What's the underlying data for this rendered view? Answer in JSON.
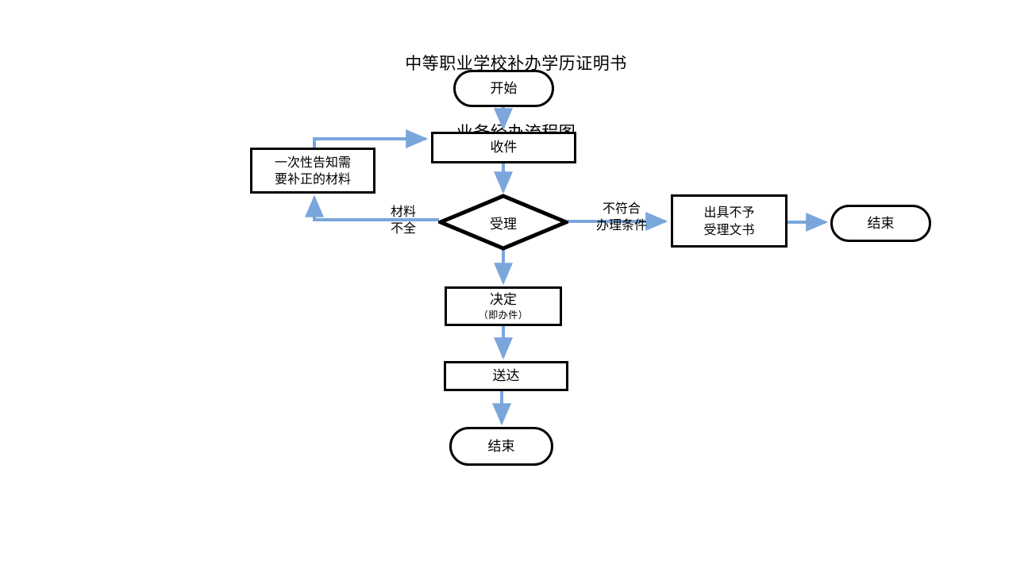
{
  "title": {
    "line1": "中等职业学校补办学历证明书",
    "line2": "业务经办流程图"
  },
  "colors": {
    "node_border": "#000000",
    "node_fill": "#FFFFFF",
    "arrow": "#7AA6DC",
    "text": "#000000",
    "background": "#FFFFFF"
  },
  "nodes": {
    "start": {
      "label": "开始",
      "shape": "terminator"
    },
    "receive": {
      "label": "收件",
      "shape": "process"
    },
    "notify": {
      "label": "一次性告知需\n要补正的材料",
      "shape": "process"
    },
    "accept": {
      "label": "受理",
      "shape": "decision"
    },
    "reject_doc": {
      "label": "出具不予\n受理文书",
      "shape": "process"
    },
    "end_right": {
      "label": "结束",
      "shape": "terminator"
    },
    "decide": {
      "label": "决定",
      "sub": "（即办件）",
      "shape": "process"
    },
    "deliver": {
      "label": "送达",
      "shape": "process"
    },
    "end_bottom": {
      "label": "结束",
      "shape": "terminator"
    }
  },
  "edge_labels": {
    "incomplete": "材料\n不全",
    "not_qualified": "不符合\n办理条件"
  }
}
